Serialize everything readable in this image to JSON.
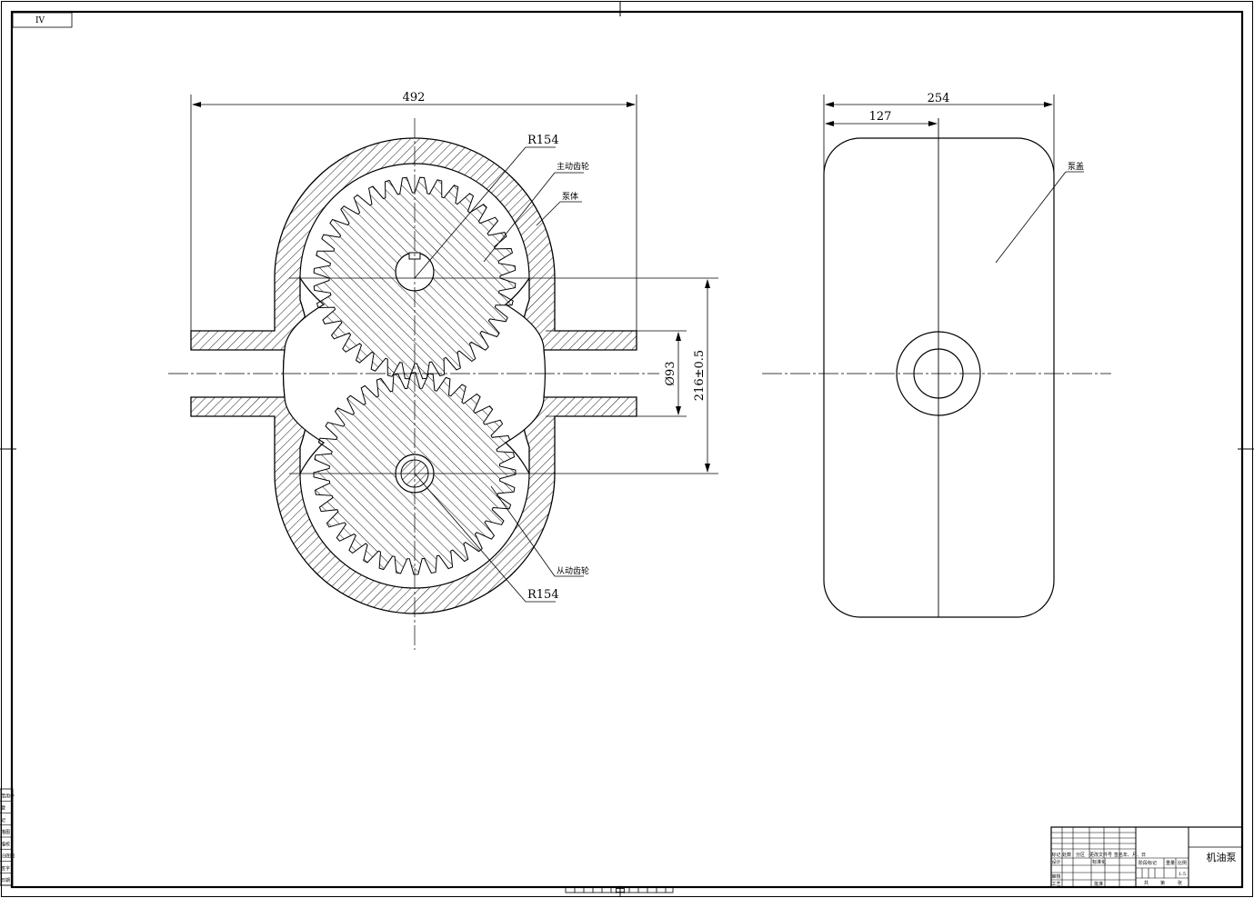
{
  "sheet": {
    "zone_label": "IV",
    "center_mark": "中"
  },
  "front_view": {
    "width_dim": "492",
    "radius_top": "R154",
    "radius_bottom": "R154",
    "bore_dim": "Ø93",
    "center_distance_dim": "216±0.5",
    "label_drive_gear": "主动齿轮",
    "label_pump_body": "泵体",
    "label_driven_gear": "从动齿轮"
  },
  "side_view": {
    "width_dim": "254",
    "half_width_dim": "127",
    "label_pump_cover": "泵盖"
  },
  "title_block": {
    "drawing_title": "机油泵",
    "scale": "1:5",
    "cells": {
      "mark": "标记",
      "count": "处数",
      "zone": "分区",
      "change_doc": "更改文件号",
      "signature": "签名",
      "date": "年、月、日",
      "design": "设计",
      "standardization": "标准化",
      "stage_mark": "阶段标记",
      "weight": "重量",
      "ratio": "比例",
      "review": "审核",
      "process": "工艺",
      "approve": "批准",
      "total": "共",
      "sheet_word": "第",
      "sheets": "张"
    }
  },
  "left_strip": [
    "借用件",
    "登",
    "记",
    "描图",
    "描校",
    "旧底图",
    "签字",
    "日期"
  ]
}
